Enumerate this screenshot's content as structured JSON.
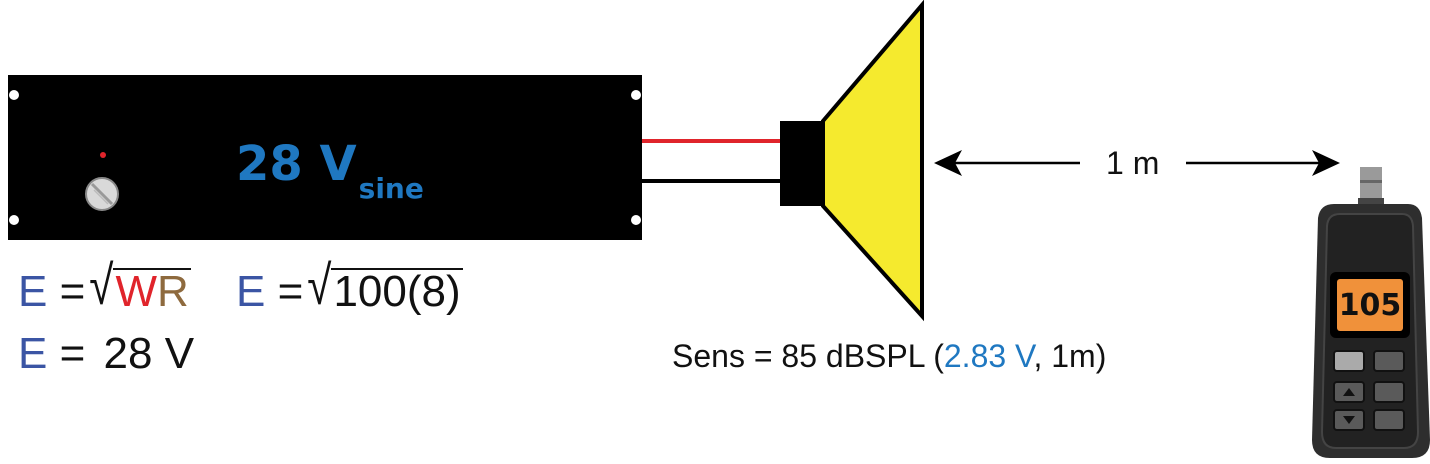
{
  "amplifier": {
    "voltage_value": "28 V",
    "voltage_subscript": "sine"
  },
  "formulas": {
    "line1_left": {
      "lhs": "E",
      "eq": "=",
      "w": "W",
      "r": "R"
    },
    "line1_right": {
      "lhs": "E",
      "eq": "=",
      "radicand": "100(8)"
    },
    "line2": {
      "lhs": "E",
      "eq": "=",
      "rhs": "28 V"
    }
  },
  "distance": {
    "label": "1 m"
  },
  "speaker": {
    "sens_prefix": "Sens = 85 dBSPL (",
    "sens_voltage": "2.83 V",
    "sens_suffix": ", 1m)"
  },
  "meter": {
    "reading": "105"
  },
  "colors": {
    "amp_body": "#000000",
    "amp_label": "#1f78c1",
    "speaker_cone": "#f5ea2e",
    "wire_red": "#e0242b",
    "wire_black": "#000000",
    "meter_body": "#2e2e2e",
    "meter_screen": "#f0913a",
    "var_e": "#3b55a4",
    "var_w": "#e0242b",
    "var_r": "#8e6a3e"
  },
  "icons": [
    "knob-icon",
    "power-led-icon",
    "speaker-icon",
    "sound-level-meter-icon",
    "arrow-left-icon",
    "arrow-right-icon"
  ]
}
